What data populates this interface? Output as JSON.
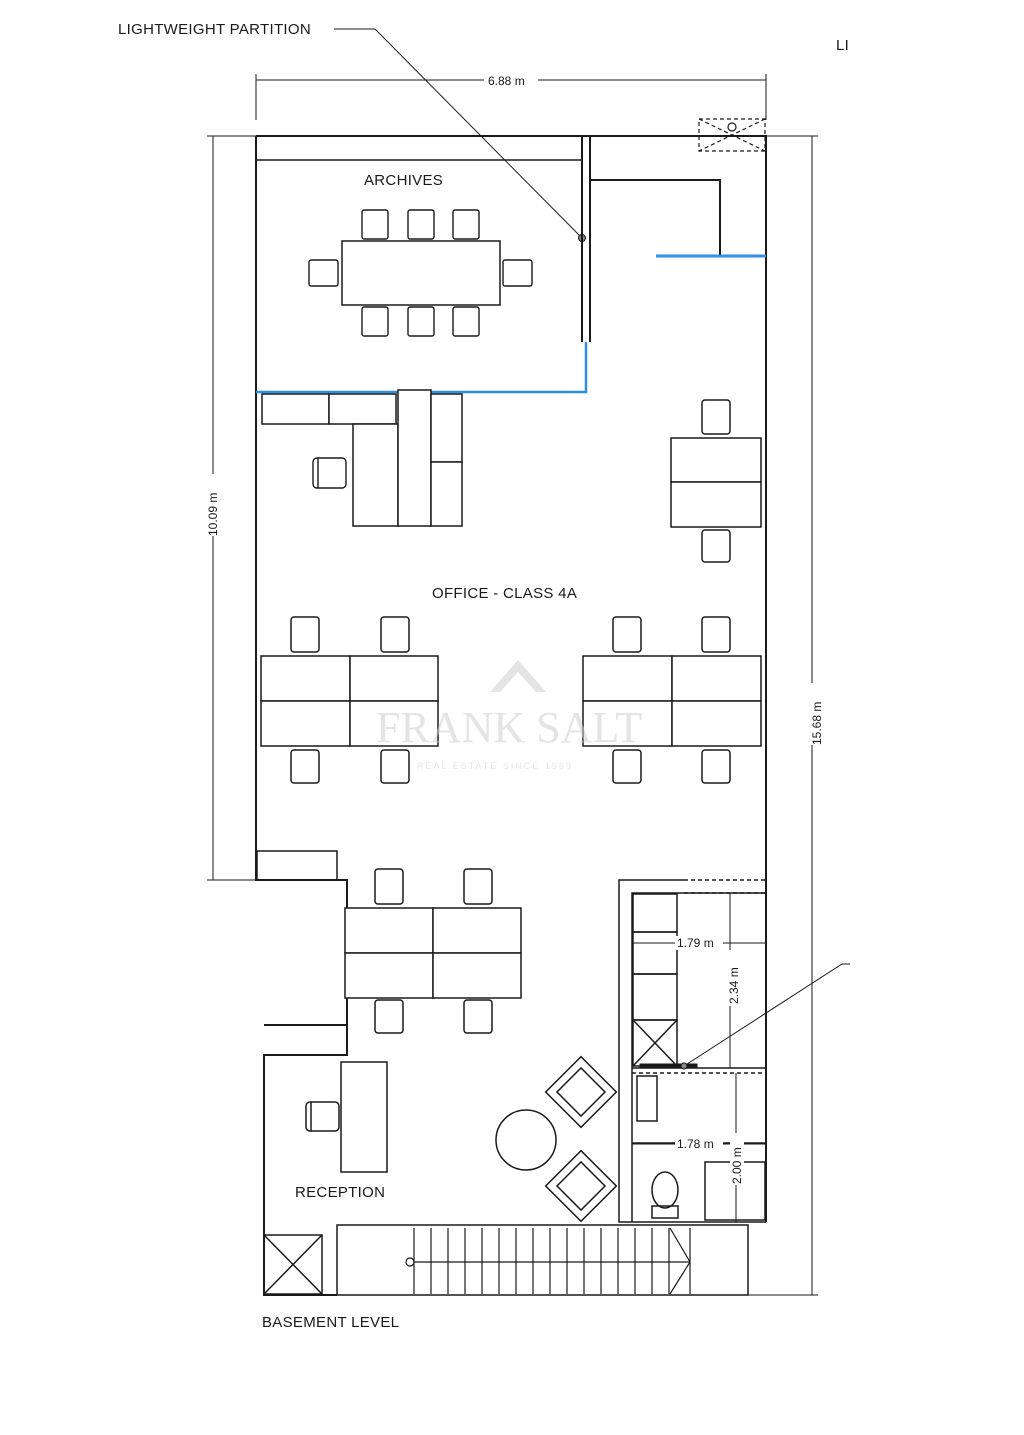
{
  "plan": {
    "level_label": "BASEMENT LEVEL",
    "corner_label": "LI",
    "callout_partition": "LIGHTWEIGHT PARTITION"
  },
  "rooms": {
    "archives": "ARCHIVES",
    "office": "OFFICE - CLASS 4A",
    "reception": "RECEPTION"
  },
  "dimensions": {
    "width_top": "6.88 m",
    "height_left": "10.09 m",
    "height_right": "15.68 m",
    "storage_width": "1.79 m",
    "storage_height": "2.34 m",
    "wc_width": "1.78 m",
    "wc_height": "2.00 m"
  },
  "watermark": {
    "brand": "FRANK SALT",
    "tagline": "REAL ESTATE SINCE 1969"
  },
  "colors": {
    "walls": "#1a1a1a",
    "partition_blue": "#2f8fe0",
    "watermark": "#cfcfcf"
  }
}
